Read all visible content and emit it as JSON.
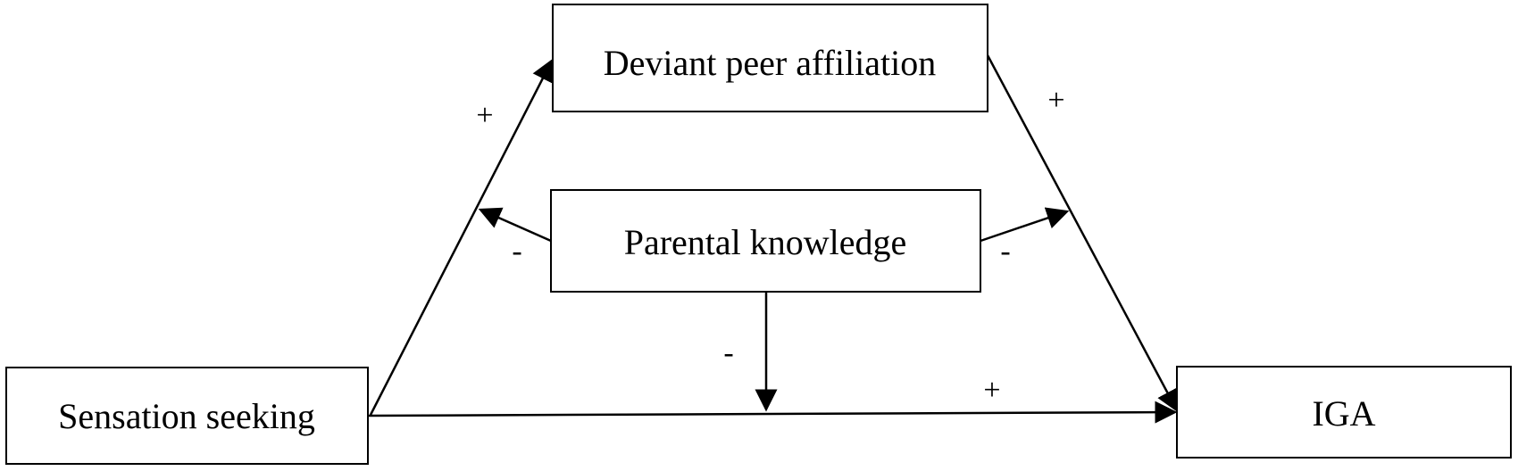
{
  "nodes": {
    "sensation": {
      "label": "Sensation seeking"
    },
    "deviant": {
      "label": "Deviant peer affiliation"
    },
    "parental": {
      "label": "Parental knowledge"
    },
    "iga": {
      "label": "IGA"
    }
  },
  "edges": {
    "sensation_to_deviant": {
      "sign": "+"
    },
    "deviant_to_iga": {
      "sign": "+"
    },
    "sensation_to_iga": {
      "sign": "+"
    },
    "parental_to_a_path": {
      "sign": "-"
    },
    "parental_to_b_path": {
      "sign": "-"
    },
    "parental_to_c_path": {
      "sign": "-"
    }
  },
  "colors": {
    "stroke": "#000000",
    "background": "#ffffff"
  }
}
